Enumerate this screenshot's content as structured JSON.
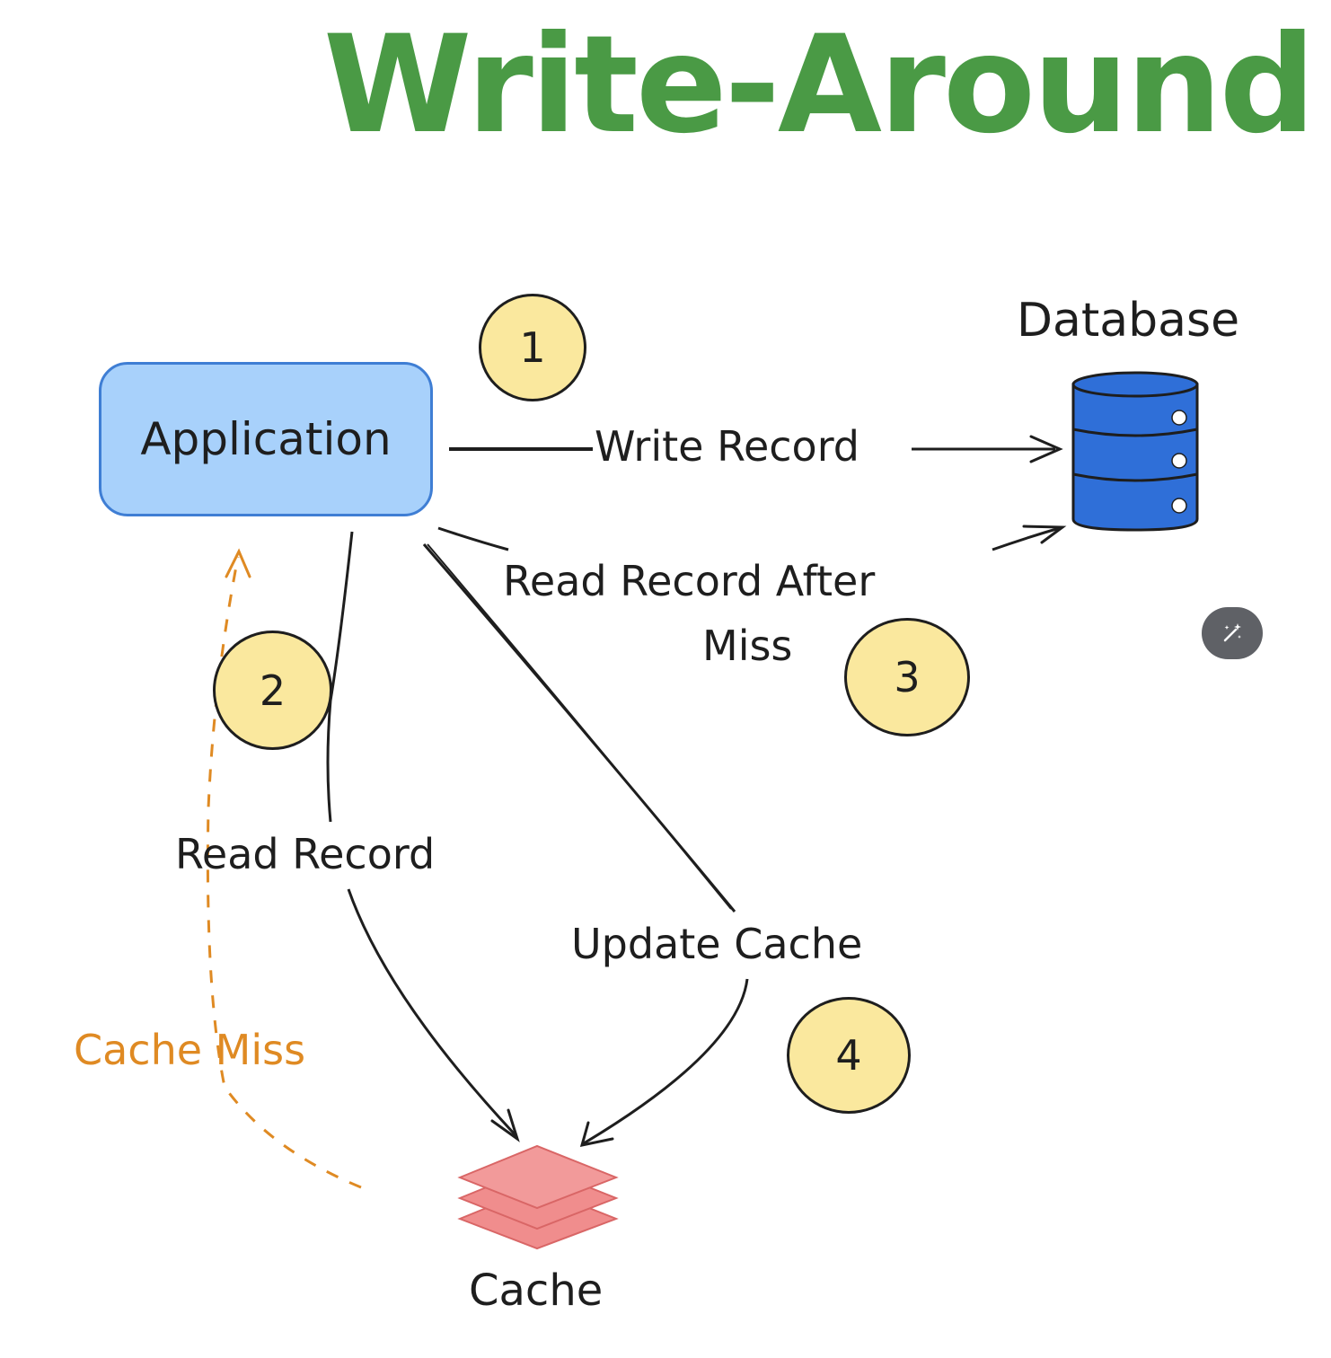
{
  "title": "Write-Around",
  "nodes": {
    "application": "Application",
    "database": "Database",
    "cache": "Cache"
  },
  "edges": {
    "write_record": "Write Record",
    "read_record_after_miss_line1": "Read Record After",
    "read_record_after_miss_line2": "Miss",
    "read_record": "Read Record",
    "update_cache": "Update Cache",
    "cache_miss": "Cache Miss"
  },
  "steps": [
    "1",
    "2",
    "3",
    "4"
  ],
  "colors": {
    "title": "#4a9a45",
    "app_fill": "#a8d1fb",
    "app_border": "#3f7ed4",
    "step_fill": "#fae89e",
    "database_fill": "#2f6fd8",
    "cache_fill": "#f08d8d",
    "cache_miss": "#df8a23",
    "stroke": "#1e1e1e"
  },
  "toolbar": {
    "magic_icon": "magic-wand-icon"
  }
}
